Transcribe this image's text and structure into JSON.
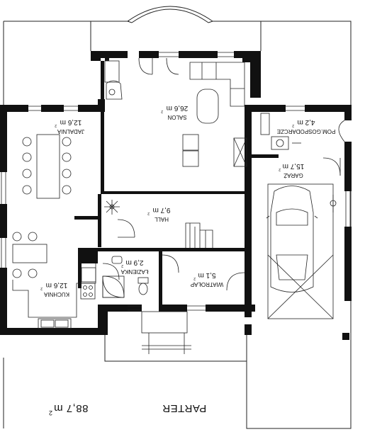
{
  "plan": {
    "floor_label": "PARTER",
    "total_area": "88,7 m",
    "total_area_sup": "2"
  },
  "rooms": {
    "salon": {
      "name": "SALON",
      "area": "26,6 m",
      "sup": "2"
    },
    "jadalnia": {
      "name": "JADALNIA",
      "area": "12,6 m",
      "sup": "2"
    },
    "hall": {
      "name": "HALL",
      "area": "9,7 m",
      "sup": "2"
    },
    "kuchnia": {
      "name": "KUCHNIA",
      "area": "12,6 m",
      "sup": "2"
    },
    "lazienka": {
      "name": "ŁAZIENKA",
      "area": "2,9 m",
      "sup": "2"
    },
    "wiatrolap": {
      "name": "WIATROŁAP",
      "area": "5,1 m",
      "sup": "2"
    },
    "pom_gospodarcze": {
      "name": "POM.GOSPODARCZE",
      "area": "4,2 m",
      "sup": "2"
    },
    "garaz": {
      "name": "GARAŻ",
      "area": "15,7 m",
      "sup": "2"
    }
  }
}
